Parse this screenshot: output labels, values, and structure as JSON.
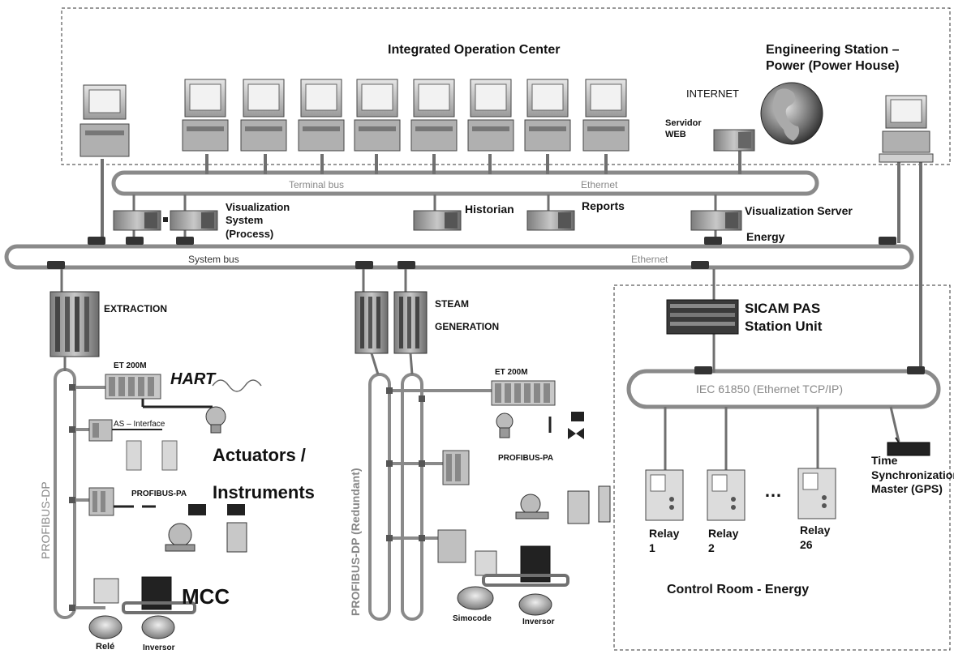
{
  "labels": {
    "integrated_operation_center": "Integrated Operation Center",
    "engineering_station": "Engineering Station – Power (Power House)",
    "internet": "INTERNET",
    "servidor_web": "Servidor WEB",
    "terminal_bus": "Terminal bus",
    "ethernet_terminal": "Ethernet",
    "visualization_system": "Visualization System (Process)",
    "historian": "Historian",
    "reports": "Reports",
    "visualization_server": "Visualization Server",
    "energy": "Energy",
    "system_bus": "System bus",
    "ethernet_system": "Ethernet",
    "extraction": "EXTRACTION",
    "steam": "STEAM",
    "generation": "GENERATION",
    "sicam_line1": "SICAM PAS",
    "sicam_line2": "Station Unit",
    "et200m_left": "ET 200M",
    "et200m_mid": "ET 200M",
    "hart": "HART",
    "as_interface": "AS – Interface",
    "actuators": "Actuators /",
    "instruments": "Instruments",
    "profibus_pa_left": "PROFIBUS-PA",
    "profibus_pa_mid": "PROFIBUS-PA",
    "profibus_dp": "PROFIBUS-DP",
    "profibus_dp_redundant": "PROFIBUS-DP (Redundant)",
    "iec61850": "IEC 61850 (Ethernet TCP/IP)",
    "time_sync": "Time Synchronization Master (GPS)",
    "relay1": "Relay 1",
    "relay2": "Relay 2",
    "relay26": "Relay 26",
    "relay_ellipsis": "…",
    "control_room": "Control Room - Energy",
    "mcc": "MCC",
    "rele": "Relé",
    "inversor_left": "Inversor",
    "simocode": "Simocode",
    "inversor_mid": "Inversor"
  },
  "colors": {
    "bus_fill": "#a9a9a9",
    "device_dark": "#555555",
    "device_light": "#cfcfcf",
    "wire": "#808080",
    "dashed_border": "#333333"
  }
}
